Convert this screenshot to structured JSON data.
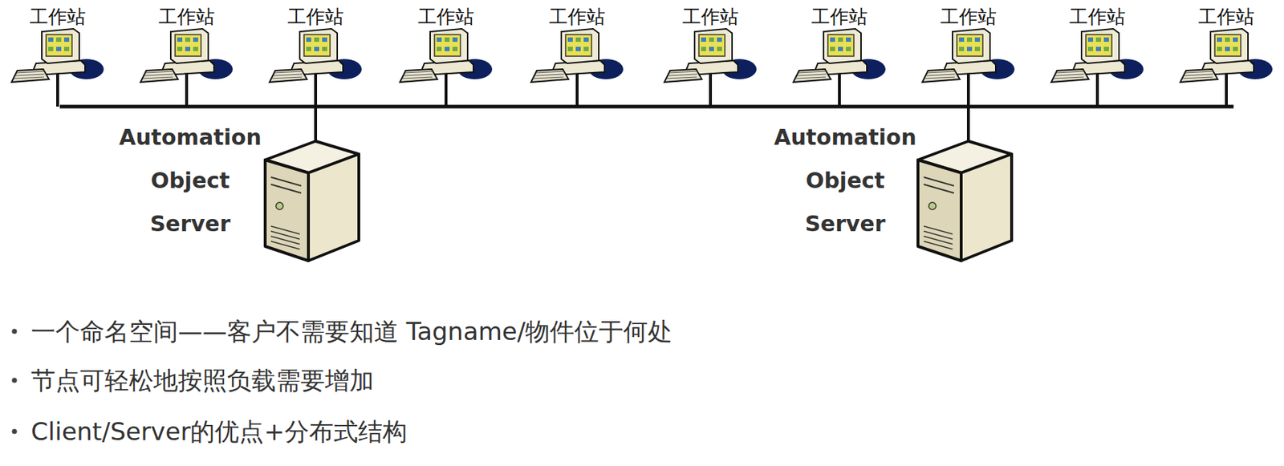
{
  "diagram": {
    "labels": [
      "工作站",
      "工作站",
      "工作站",
      "工作站",
      "工作站",
      "工作站",
      "工作站",
      "工作站",
      "工作站",
      "工作站",
      "Automation Object Server",
      "Automation Object Server",
      "一个命名空间——客户不需要知道 Tagname/物件位于何处",
      "节点可轻松地按照负载需要增加",
      "Client/Server的优点+分布式结构"
    ]
  }
}
